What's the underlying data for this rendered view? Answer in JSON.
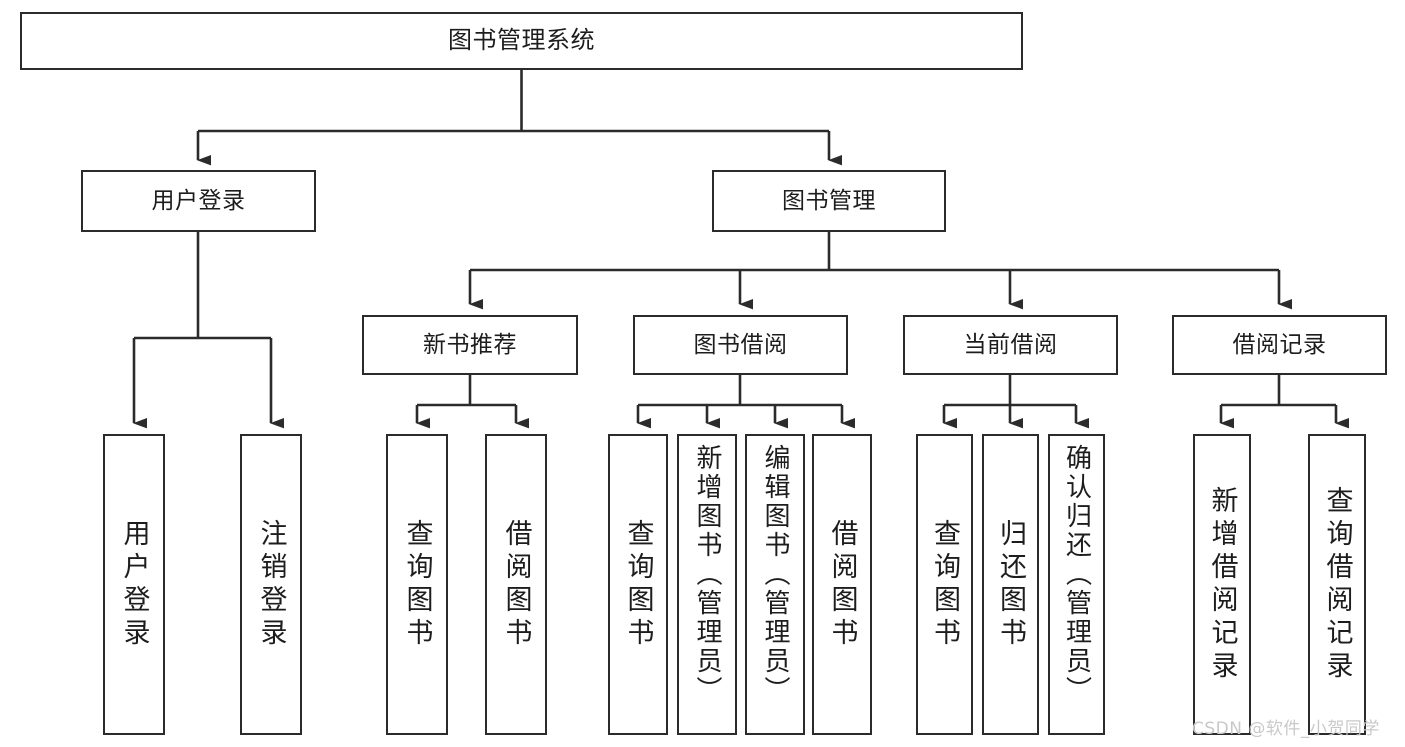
{
  "diagram": {
    "type": "tree-hierarchy-flowchart",
    "title_node": {
      "label": "图书管理系统"
    },
    "theme": {
      "background": "#ffffff",
      "box_fill": "#ffffff",
      "box_stroke": "#2b2b2b",
      "line_color": "#2b2b2b",
      "text_color": "#1d1d1d",
      "watermark_color": "#c9c9c9"
    },
    "level2": [
      {
        "label": "用户登录"
      },
      {
        "label": "图书管理"
      }
    ],
    "level3": [
      {
        "label": "新书推荐"
      },
      {
        "label": "图书借阅"
      },
      {
        "label": "当前借阅"
      },
      {
        "label": "借阅记录"
      }
    ],
    "leaves": {
      "user_login": [
        {
          "label": "用户登录"
        },
        {
          "label": "注销登录"
        }
      ],
      "new_book_recommend": [
        {
          "label": "查询图书"
        },
        {
          "label": "借阅图书"
        }
      ],
      "book_borrow": [
        {
          "label": "查询图书"
        },
        {
          "label": "新增图书（管理员）"
        },
        {
          "label": "编辑图书（管理员）"
        },
        {
          "label": "借阅图书"
        }
      ],
      "current_borrow": [
        {
          "label": "查询图书"
        },
        {
          "label": "归还图书"
        },
        {
          "label": "确认归还（管理员）"
        }
      ],
      "borrow_record": [
        {
          "label": "新增借阅记录"
        },
        {
          "label": "查询借阅记录"
        }
      ]
    },
    "watermark": {
      "text": "CSDN @软件_小贺同学"
    }
  }
}
